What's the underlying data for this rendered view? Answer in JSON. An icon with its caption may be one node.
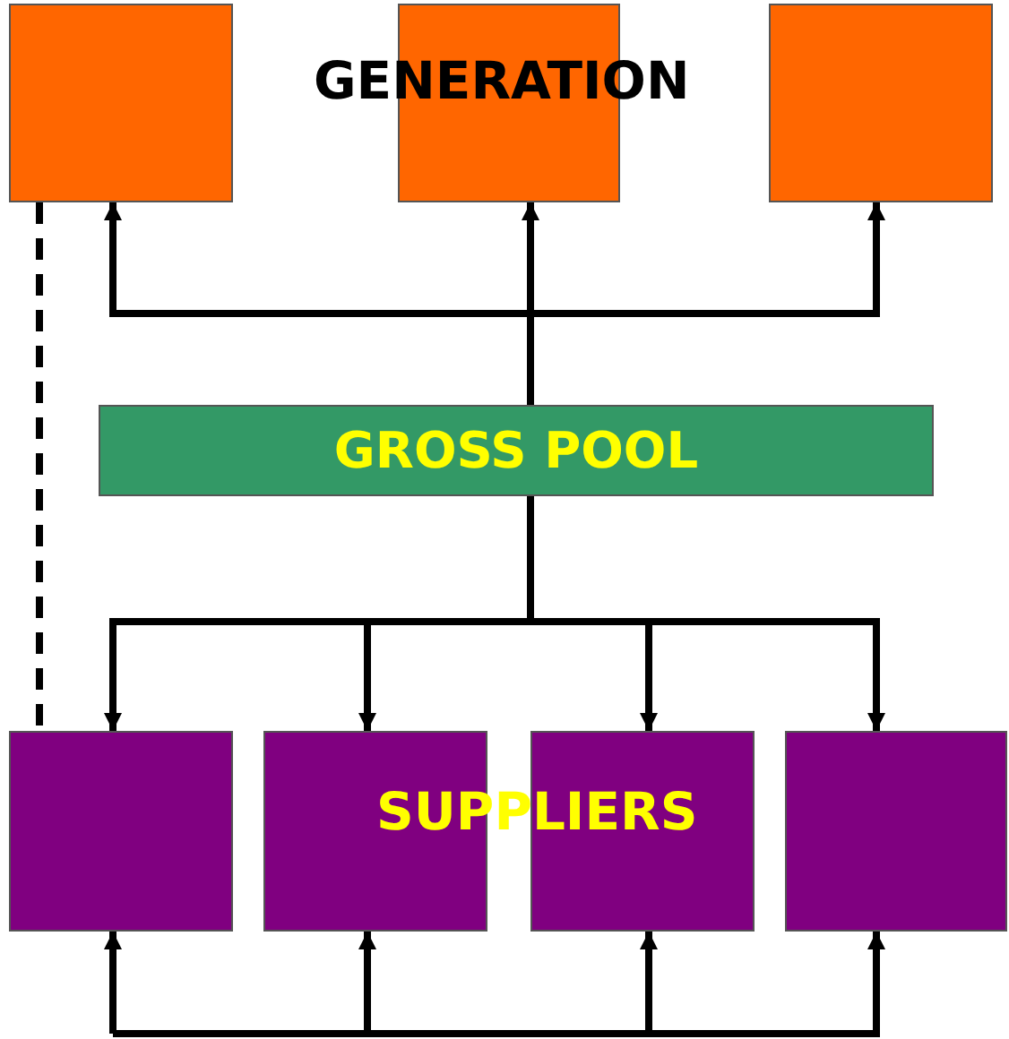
{
  "diagram": {
    "nodes": [
      {
        "text": [],
        "shape": "box"
      },
      {
        "text": [],
        "shape": "box"
      },
      {
        "text": [],
        "shape": "box"
      },
      {
        "text": [
          "GROSS POOL"
        ]
      },
      {
        "text": [],
        "shape": "box"
      },
      {
        "text": [],
        "shape": "box"
      },
      {
        "text": [],
        "shape": "box"
      },
      {
        "text": [],
        "shape": "box"
      }
    ],
    "edges": [
      {
        "from": 3,
        "to": 0,
        "arrow": "to"
      },
      {
        "from": 3,
        "to": 1,
        "arrow": "to"
      },
      {
        "from": 3,
        "to": 2,
        "arrow": "to"
      },
      {
        "from": 3,
        "to": 4,
        "arrow": "to"
      },
      {
        "from": 3,
        "to": 5,
        "arrow": "to"
      },
      {
        "from": 3,
        "to": 6,
        "arrow": "to"
      },
      {
        "from": 3,
        "to": 7,
        "arrow": "to"
      },
      {
        "from": null,
        "to": 4,
        "arrow": "to"
      },
      {
        "from": null,
        "to": 5,
        "arrow": "to"
      },
      {
        "from": null,
        "to": 6,
        "arrow": "to"
      },
      {
        "from": null,
        "to": 7,
        "arrow": "to"
      },
      {
        "from": 0,
        "to": 4,
        "arrow": "none",
        "style": "dashed"
      }
    ],
    "labels": [
      "GENERATION",
      "SUPPLIERS"
    ]
  }
}
